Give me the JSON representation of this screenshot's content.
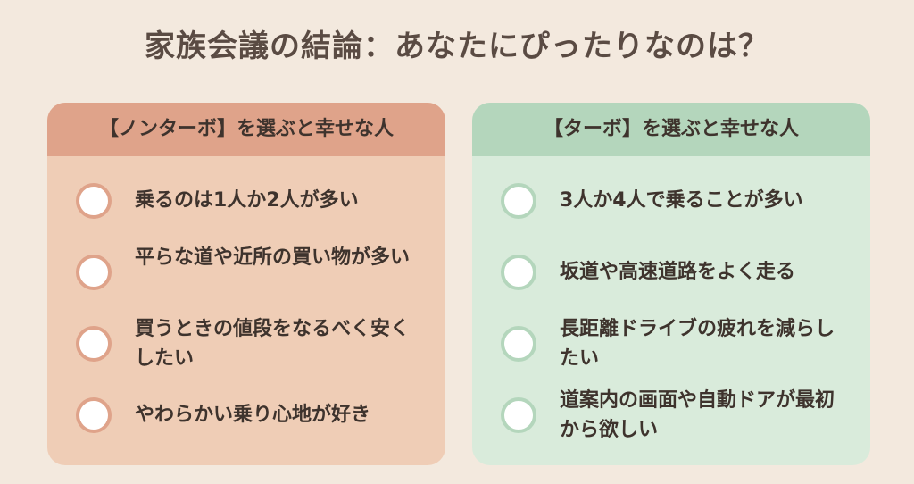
{
  "title": "家族会議の結論：あなたにぴったりなのは？",
  "left": {
    "header": "【ノンターボ】を選ぶと幸せな人",
    "items": [
      "乗るのは1人か2人が多い",
      "平らな道や近所の買い物が多い",
      "買うときの値段をなるべく安くしたい",
      "やわらかい乗り心地が好き"
    ]
  },
  "right": {
    "header": "【ターボ】を選ぶと幸せな人",
    "items": [
      "3人か4人で乗ることが多い",
      "坂道や高速道路をよく走る",
      "長距離ドライブの疲れを減らしたい",
      "道案内の画面や自動ドアが最初から欲しい"
    ]
  },
  "colors": {
    "background": "#f3e9de",
    "left_header": "#dfa38a",
    "left_panel": "#efcdb6",
    "right_header": "#b4d6bc",
    "right_panel": "#d9ebdb"
  }
}
